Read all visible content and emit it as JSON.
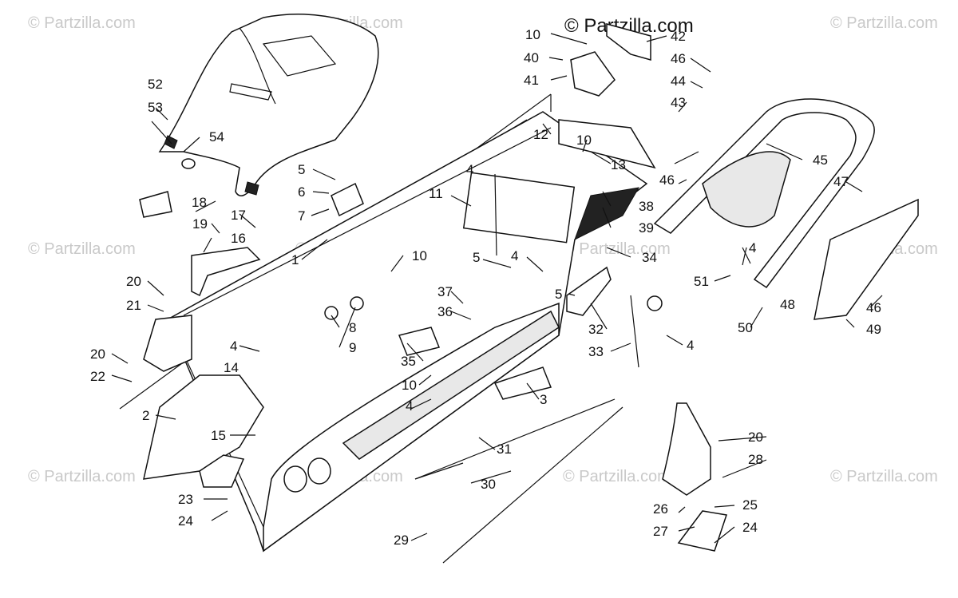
{
  "copyright": "© Partzilla.com",
  "watermark_text": "© Partzilla.com",
  "callouts": {
    "c1": "1",
    "c2": "2",
    "c3": "3",
    "c4a": "4",
    "c4b": "4",
    "c4c": "4",
    "c4d": "4",
    "c4e": "4",
    "c4f": "4",
    "c5a": "5",
    "c5b": "5",
    "c5c": "5",
    "c6": "6",
    "c7": "7",
    "c8": "8",
    "c9": "9",
    "c10a": "10",
    "c10b": "10",
    "c10c": "10",
    "c10d": "10",
    "c11": "11",
    "c12": "12",
    "c13": "13",
    "c14": "14",
    "c15": "15",
    "c16": "16",
    "c17": "17",
    "c18": "18",
    "c19": "19",
    "c20a": "20",
    "c20b": "20",
    "c21": "21",
    "c22": "22",
    "c23": "23",
    "c24a": "24",
    "c24b": "24",
    "c25": "25",
    "c26": "26",
    "c27": "27",
    "c28": "28",
    "c29": "29",
    "c30": "30",
    "c31": "31",
    "c32": "32",
    "c33": "33",
    "c34": "34",
    "c35": "35",
    "c36": "36",
    "c37": "37",
    "c38": "38",
    "c39": "39",
    "c40": "40",
    "c41": "41",
    "c42": "42",
    "c43": "43",
    "c44": "44",
    "c45": "45",
    "c46a": "46",
    "c46b": "46",
    "c46c": "46",
    "c47": "47",
    "c48": "48",
    "c49": "49",
    "c50": "50",
    "c51": "51",
    "c52": "52",
    "c53": "53",
    "c54": "54"
  }
}
